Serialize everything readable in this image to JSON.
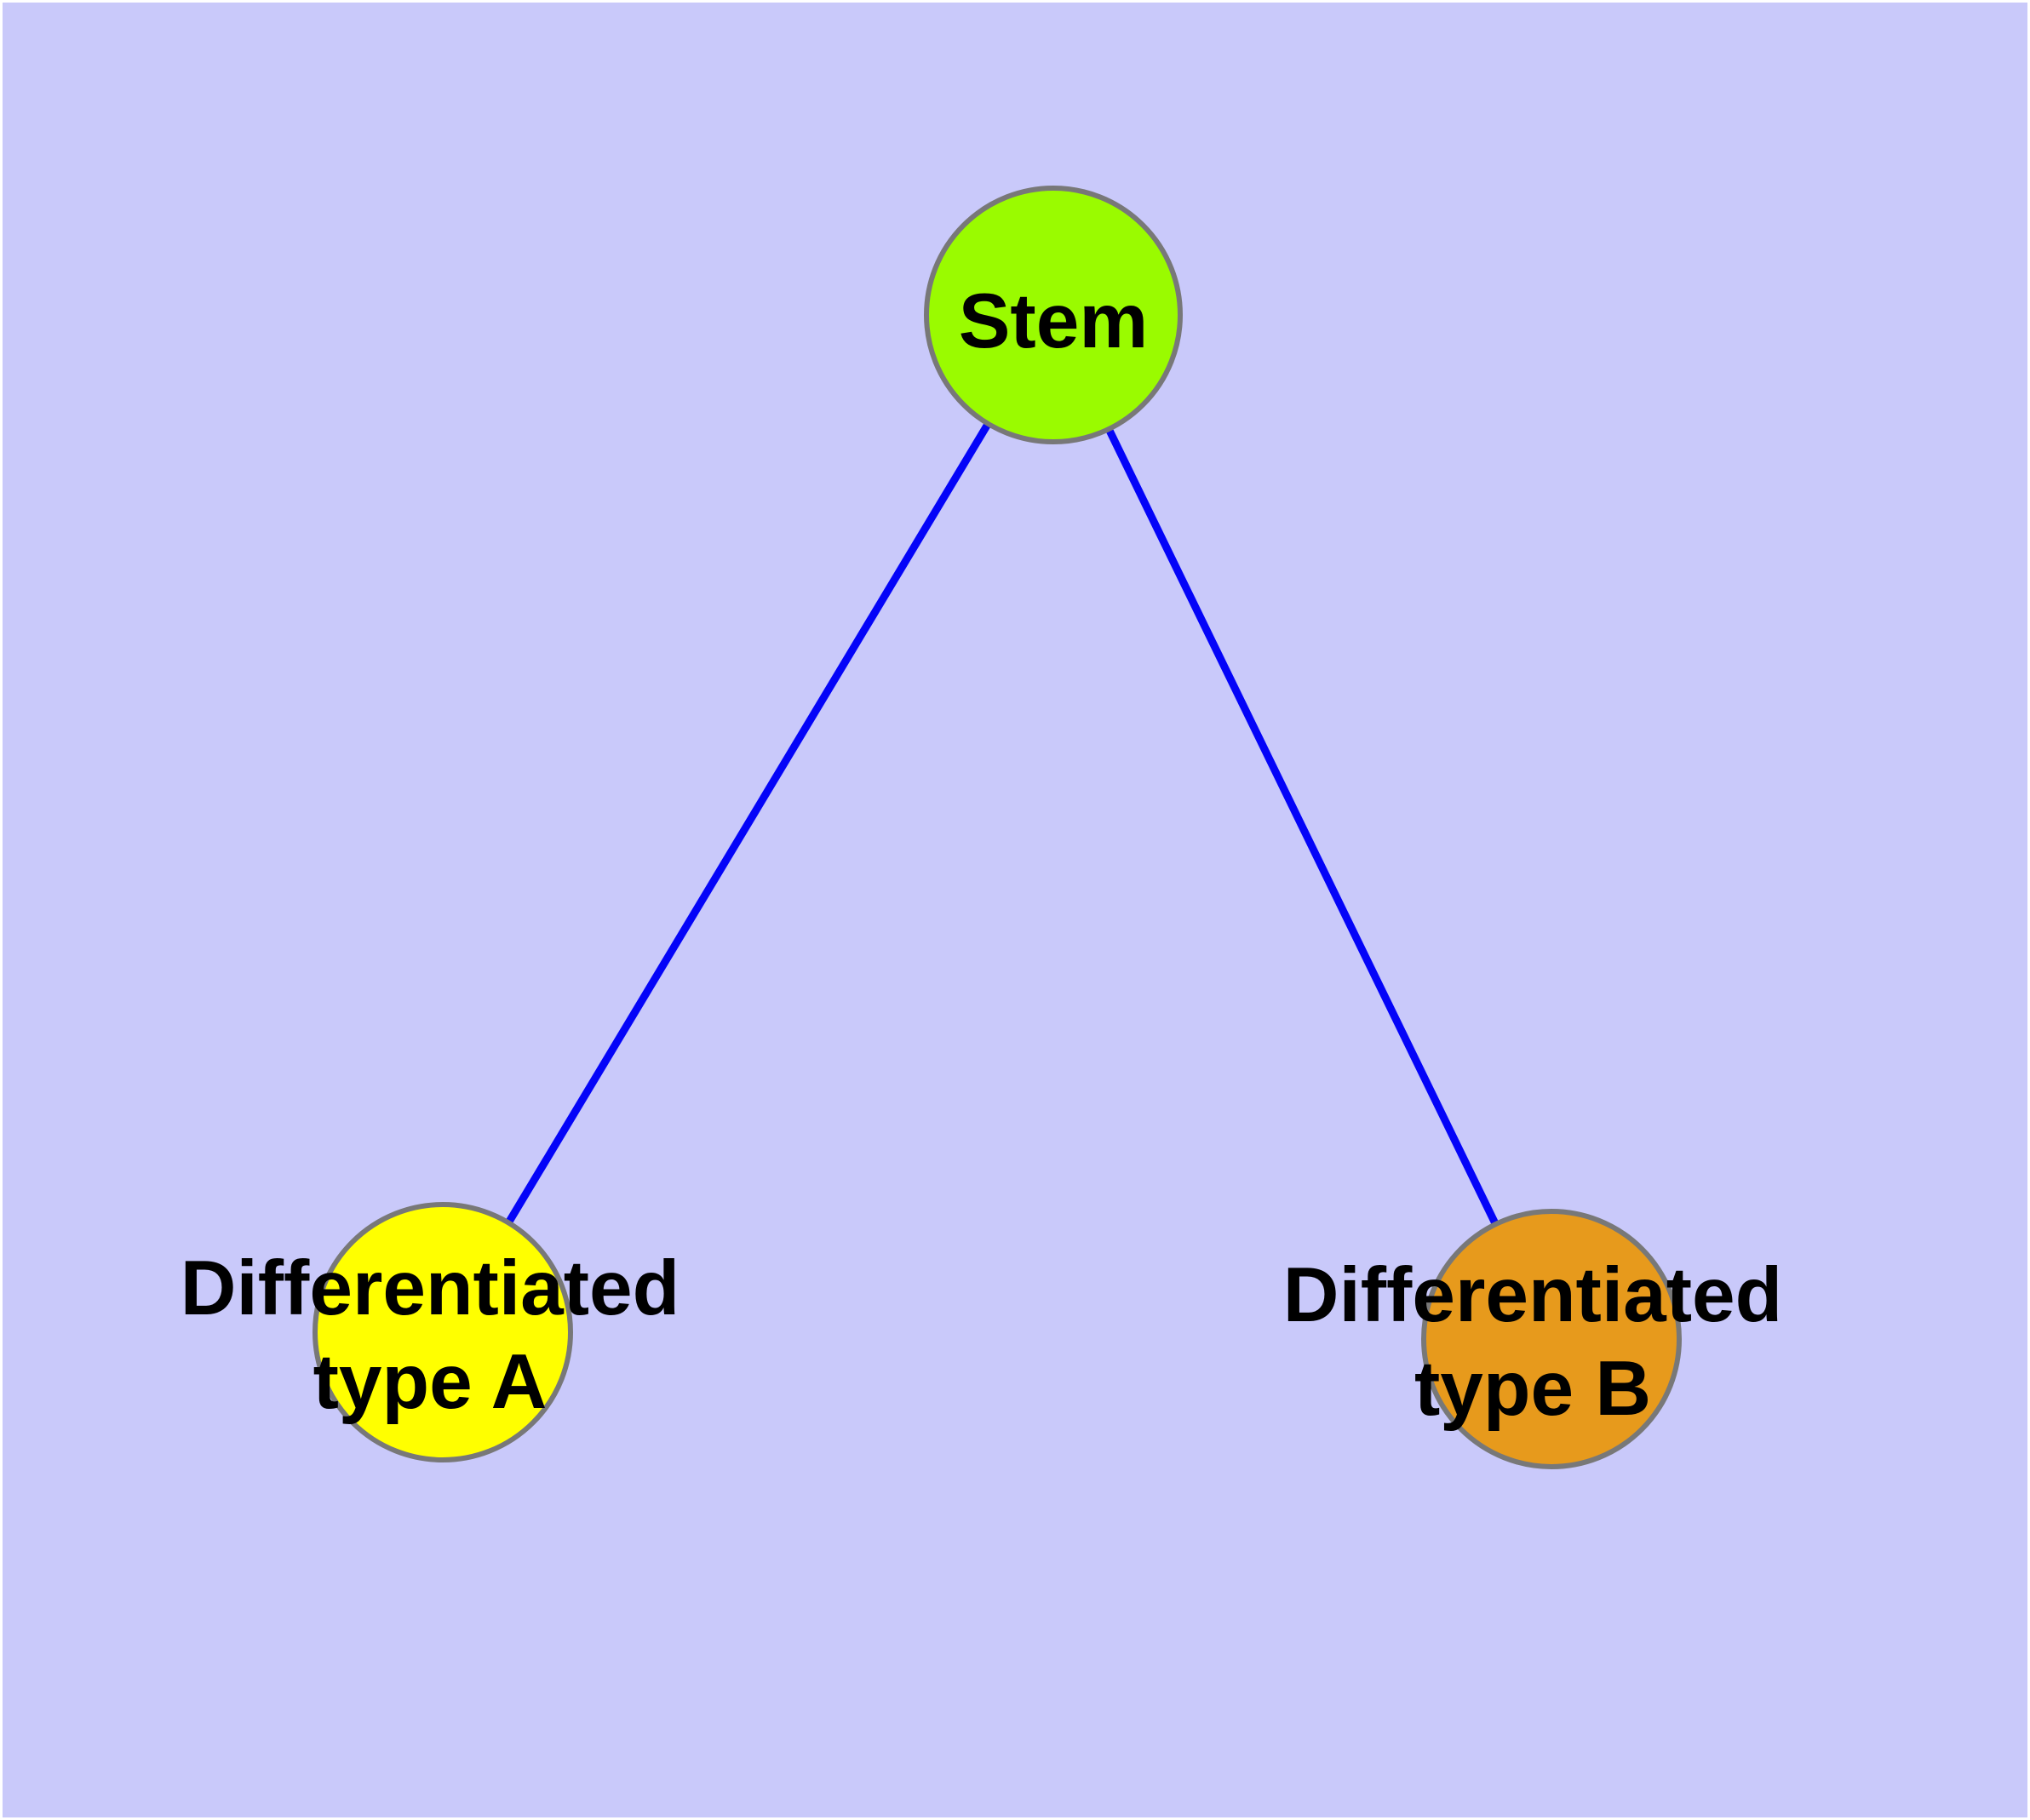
{
  "diagram": {
    "title": "",
    "background_color": "#c9c9fa",
    "edge_color": "#0404f8",
    "node_border_color": "#787878",
    "label_color": "#000000",
    "nodes": [
      {
        "id": "stem",
        "label": "Stem",
        "label_line1": "Stem",
        "label_line2": "",
        "fill": "#9afb00"
      },
      {
        "id": "type-a",
        "label": "Differentiated type A",
        "label_line1": "Differentiated",
        "label_line2": "type A",
        "fill": "#ffff00"
      },
      {
        "id": "type-b",
        "label": "Differentiated type B",
        "label_line1": "Differentiated",
        "label_line2": "type B",
        "fill": "#e79a1c"
      }
    ],
    "edges": [
      {
        "from": "Stem",
        "to": "Differentiated type A"
      },
      {
        "from": "Stem",
        "to": "Differentiated type B"
      }
    ]
  }
}
